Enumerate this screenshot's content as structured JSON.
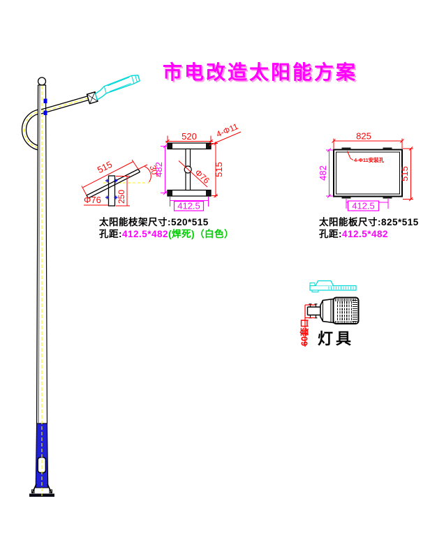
{
  "title": "市电改造太阳能方案",
  "colors": {
    "accent_magenta": "#FF00FF",
    "accent_red": "#FF0000",
    "accent_green": "#00CC00",
    "accent_cyan": "#00D8D8",
    "pole_blue": "#2121D6",
    "centerline_yellow": "#FFF200"
  },
  "bracket": {
    "caption_size": "太阳能枝架尺寸:520*515",
    "caption_hole_prefix": "孔距:",
    "caption_hole_value": "412.5*482",
    "caption_hole_weld": "(焊死)",
    "caption_hole_color": "（白色）",
    "dims": {
      "width": "520",
      "height": "515",
      "hole_h": "482",
      "hole_w": "412.5",
      "holes": "4-Φ11",
      "tube_dia": "Φ76",
      "side_len": "515",
      "side_angle": "30°",
      "post_len": "250",
      "post_dia": "Φ76"
    }
  },
  "panel": {
    "caption_size": "太阳能板尺寸:825*515",
    "caption_hole_prefix": "孔距:",
    "caption_hole_value": "412.5*482",
    "dims": {
      "width": "825",
      "height": "515",
      "hole_h": "482",
      "hole_w": "412.5",
      "hole_note": "4-Φ11安装孔"
    }
  },
  "lamp": {
    "socket_dim": "60套口",
    "label": "灯具"
  }
}
